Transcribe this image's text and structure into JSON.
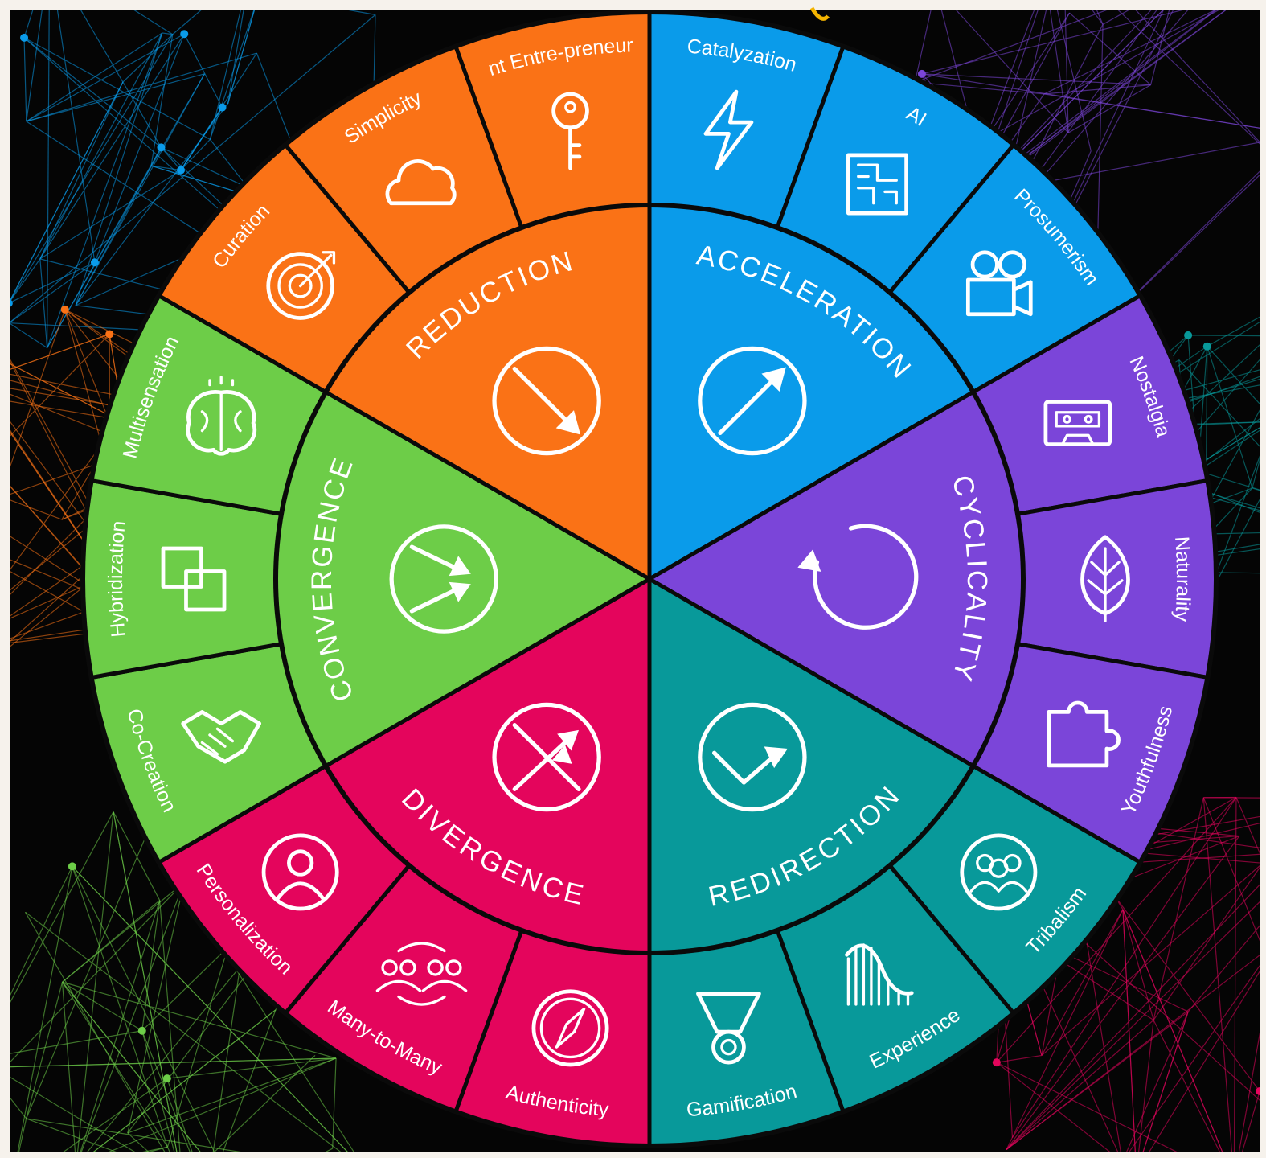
{
  "colors": {
    "page_background": "#f6f2ec",
    "panel_background": "#050505",
    "separator": "#0a0a0a",
    "acceleration": "#0a9bea",
    "cyclicality": "#7b45d9",
    "redirection": "#08999a",
    "divergence": "#e4055c",
    "convergence": "#6dcd48",
    "reduction": "#fa7216",
    "accent_arc": "#f4b400"
  },
  "sectors": [
    {
      "name": "ACCELERATION",
      "color_key": "acceleration",
      "main_icon": "up-right-arrow-circle-icon",
      "trends": [
        {
          "label": "Catalyzation",
          "icon": "lightning-bolt-icon"
        },
        {
          "label": "AI",
          "icon": "circuit-chip-icon"
        },
        {
          "label": "Prosumerism",
          "icon": "film-camera-icon"
        }
      ]
    },
    {
      "name": "CYCLICALITY",
      "color_key": "cyclicality",
      "main_icon": "circular-arrow-icon",
      "trends": [
        {
          "label": "Nostalgia",
          "icon": "cassette-tape-icon"
        },
        {
          "label": "Naturality",
          "icon": "leaf-icon"
        },
        {
          "label": "Youthfulness",
          "icon": "puzzle-piece-icon"
        }
      ]
    },
    {
      "name": "REDIRECTION",
      "color_key": "redirection",
      "main_icon": "check-arrow-circle-icon",
      "trends": [
        {
          "label": "Tribalism",
          "icon": "group-icon"
        },
        {
          "label": "Experience",
          "icon": "roller-coaster-icon"
        },
        {
          "label": "Gamification",
          "icon": "medal-icon"
        }
      ]
    },
    {
      "name": "DIVERGENCE",
      "color_key": "divergence",
      "main_icon": "diverging-arrows-circle-icon",
      "trends": [
        {
          "label": "Authenticity",
          "icon": "compass-icon"
        },
        {
          "label": "Many-to-Many",
          "icon": "connected-people-icon"
        },
        {
          "label": "Personalization",
          "icon": "person-circle-icon"
        }
      ]
    },
    {
      "name": "CONVERGENCE",
      "color_key": "convergence",
      "main_icon": "converging-arrows-circle-icon",
      "trends": [
        {
          "label": "Co-Creation",
          "icon": "handshake-icon"
        },
        {
          "label": "Hybridization",
          "icon": "overlapping-squares-icon"
        },
        {
          "label": "Multisensation",
          "icon": "brain-icon"
        }
      ]
    },
    {
      "name": "REDUCTION",
      "color_key": "reduction",
      "main_icon": "down-right-arrow-circle-icon",
      "trends": [
        {
          "label": "Curation",
          "icon": "target-icon"
        },
        {
          "label": "Simplicity",
          "icon": "cloud-icon"
        },
        {
          "label": "Instant Entre-|preneurship",
          "icon": "key-icon"
        }
      ]
    }
  ]
}
